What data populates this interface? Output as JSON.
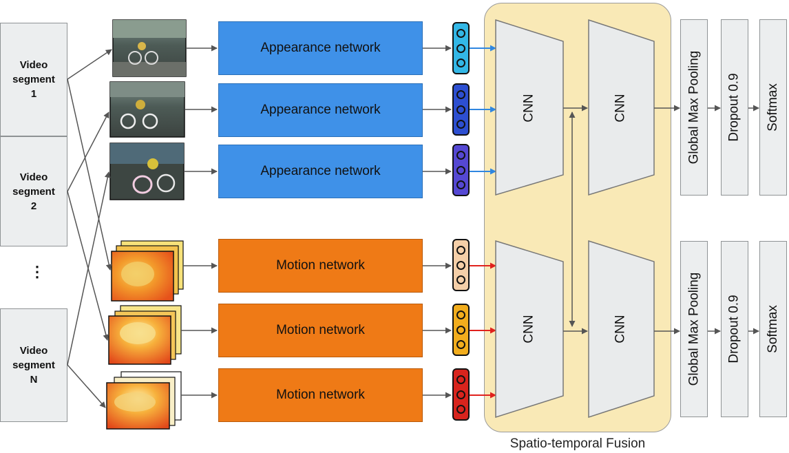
{
  "segments": [
    {
      "line1": "Video",
      "line2": "segment",
      "line3": "1"
    },
    {
      "line1": "Video",
      "line2": "segment",
      "line3": "2"
    },
    {
      "line1": "Video",
      "line2": "segment",
      "line3": "N"
    }
  ],
  "ellipsis": "⋮",
  "appearance_label": "Appearance network",
  "motion_label": "Motion network",
  "cnn_label": "CNN",
  "fusion_caption": "Spatio-temporal Fusion",
  "pool_label": "Global Max Pooling",
  "dropout_label": "Dropout 0.9",
  "softmax_label": "Softmax",
  "colors": {
    "appearance_fill": "#3f91e8",
    "motion_fill": "#ef7a16",
    "fusion_bg": "#f9e9b6",
    "feature_appearance": [
      "#33b7e6",
      "#2d4fd1",
      "#5548d3"
    ],
    "feature_motion": [
      "#f5cfa8",
      "#f2ad1d",
      "#d8241d"
    ],
    "arrow_appearance": "#2f86e0",
    "arrow_motion": "#e0211c"
  }
}
